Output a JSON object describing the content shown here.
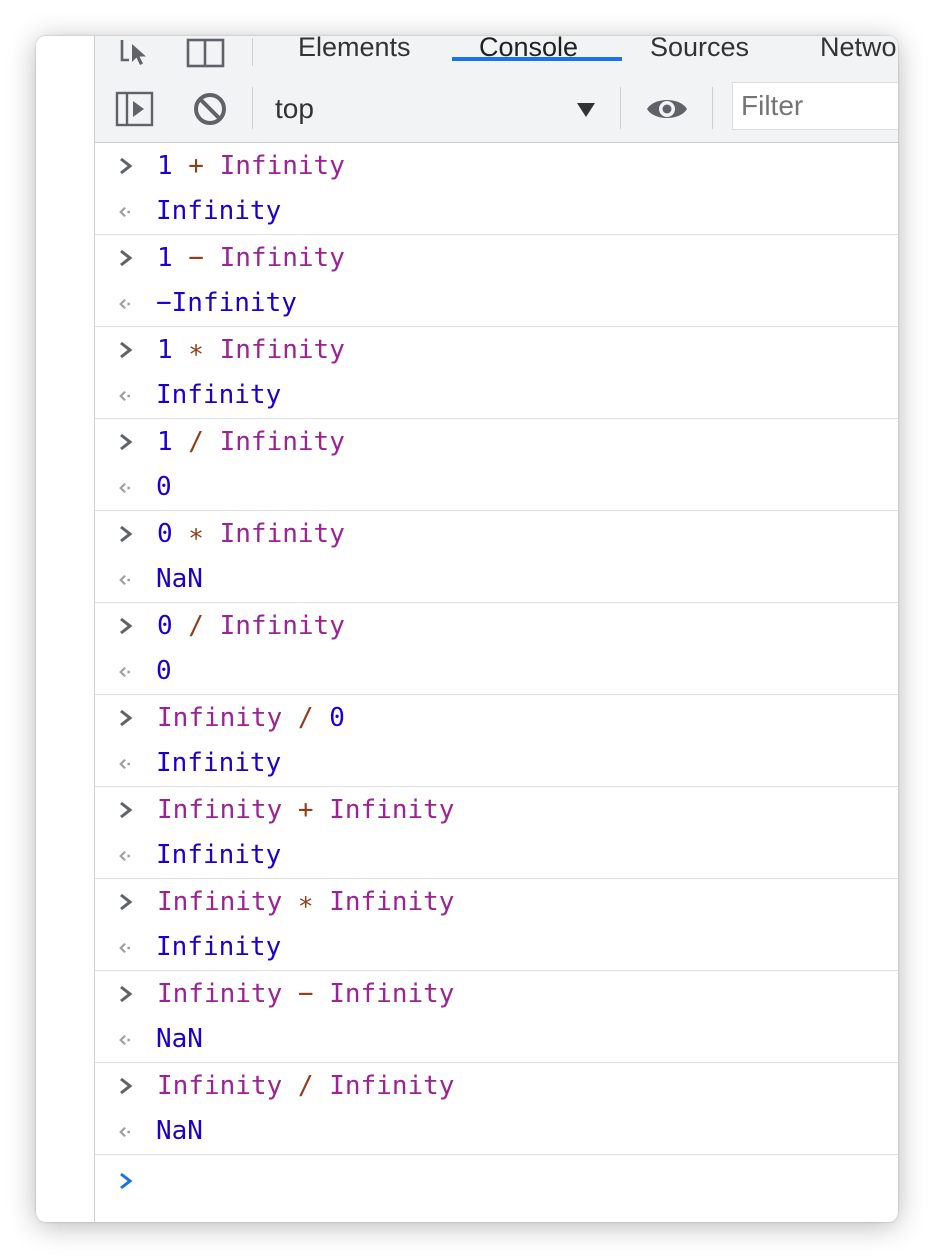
{
  "devtools": {
    "tabs": [
      {
        "label": "Elements",
        "active": false
      },
      {
        "label": "Console",
        "active": true
      },
      {
        "label": "Sources",
        "active": false
      },
      {
        "label": "Network",
        "active": false
      }
    ],
    "toolbar_icons": [
      "inspect-element-icon",
      "device-toolbar-icon"
    ],
    "accent_color": "#1a73e8"
  },
  "console_toolbar": {
    "sidebar_toggle_icon": "sidebar-toggle-icon",
    "clear_icon": "clear-console-icon",
    "context": "top",
    "live_expression_icon": "eye-icon",
    "filter_placeholder": "Filter"
  },
  "entries": [
    {
      "input": [
        {
          "t": "1",
          "c": "num"
        },
        {
          "t": " + ",
          "c": "op"
        },
        {
          "t": "Infinity",
          "c": "id"
        }
      ],
      "output": "Infinity"
    },
    {
      "input": [
        {
          "t": "1",
          "c": "num"
        },
        {
          "t": " − ",
          "c": "op"
        },
        {
          "t": "Infinity",
          "c": "id"
        }
      ],
      "output": "−Infinity"
    },
    {
      "input": [
        {
          "t": "1",
          "c": "num"
        },
        {
          "t": " ∗ ",
          "c": "op"
        },
        {
          "t": "Infinity",
          "c": "id"
        }
      ],
      "output": "Infinity"
    },
    {
      "input": [
        {
          "t": "1",
          "c": "num"
        },
        {
          "t": " / ",
          "c": "op"
        },
        {
          "t": "Infinity",
          "c": "id"
        }
      ],
      "output": "0"
    },
    {
      "input": [
        {
          "t": "0",
          "c": "num"
        },
        {
          "t": " ∗ ",
          "c": "op"
        },
        {
          "t": "Infinity",
          "c": "id"
        }
      ],
      "output": "NaN"
    },
    {
      "input": [
        {
          "t": "0",
          "c": "num"
        },
        {
          "t": " / ",
          "c": "op"
        },
        {
          "t": "Infinity",
          "c": "id"
        }
      ],
      "output": "0"
    },
    {
      "input": [
        {
          "t": "Infinity",
          "c": "id"
        },
        {
          "t": " / ",
          "c": "op"
        },
        {
          "t": "0",
          "c": "num"
        }
      ],
      "output": "Infinity"
    },
    {
      "input": [
        {
          "t": "Infinity",
          "c": "id"
        },
        {
          "t": " + ",
          "c": "op"
        },
        {
          "t": "Infinity",
          "c": "id"
        }
      ],
      "output": "Infinity"
    },
    {
      "input": [
        {
          "t": "Infinity",
          "c": "id"
        },
        {
          "t": " ∗ ",
          "c": "op"
        },
        {
          "t": "Infinity",
          "c": "id"
        }
      ],
      "output": "Infinity"
    },
    {
      "input": [
        {
          "t": "Infinity",
          "c": "id"
        },
        {
          "t": " − ",
          "c": "op"
        },
        {
          "t": "Infinity",
          "c": "id"
        }
      ],
      "output": "NaN"
    },
    {
      "input": [
        {
          "t": "Infinity",
          "c": "id"
        },
        {
          "t": " / ",
          "c": "op"
        },
        {
          "t": "Infinity",
          "c": "id"
        }
      ],
      "output": "NaN"
    }
  ],
  "colors": {
    "number": "#1c00cf",
    "identifier": "#9b2393",
    "operator": "#8e3f1a",
    "prompt": "#1a73e8"
  },
  "icons": {
    "input_prompt": "chevron-right-icon",
    "output_result": "result-arrow-icon",
    "active_prompt": "prompt-chevron-icon"
  }
}
